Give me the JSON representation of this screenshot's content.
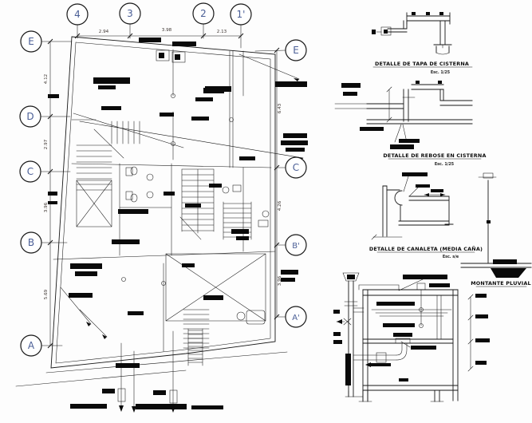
{
  "plan": {
    "grid_cols": [
      "4",
      "3",
      "2",
      "1'"
    ],
    "grid_rows_left": [
      "E",
      "D",
      "C",
      "B",
      "A"
    ],
    "grid_rows_right": [
      "E",
      "C",
      "B'",
      "A'"
    ],
    "dims_top": [
      "2.94",
      "3.98",
      "2.13"
    ],
    "dims_left": [
      "4.12",
      "2.97",
      "3.96",
      "5.69"
    ],
    "dims_right": [
      "6.43",
      "4.26",
      "3.96"
    ]
  },
  "details": {
    "tapa": {
      "title": "DETALLE DE TAPA DE CISTERNA",
      "scale": "Esc. 1/25"
    },
    "rebose": {
      "title": "DETALLE DE REBOSE EN CISTERNA",
      "scale": "Esc. 1/25"
    },
    "canaleta": {
      "title": "DETALLE DE CANALETA (MEDIA CAÑA)",
      "scale": "Esc. s/e"
    },
    "montante": {
      "title": "MONTANTE PLUVIAL"
    }
  },
  "colors": {
    "background": "#fdfdfd",
    "line": "#171717",
    "grid_label": "#4a5e96",
    "dim_text": "#3c3430"
  }
}
